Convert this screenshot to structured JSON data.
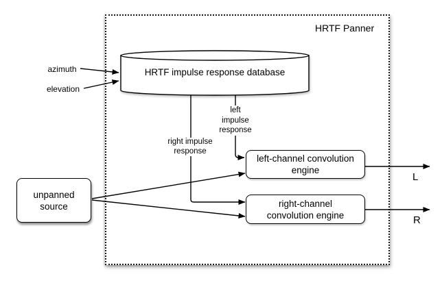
{
  "diagram": {
    "title": "HRTF Panner",
    "database_label": "HRTF impulse response database",
    "inputs": {
      "azimuth": "azimuth",
      "elevation": "elevation"
    },
    "signals": {
      "left_impulse": "left\nimpulse\nresponse",
      "right_impulse": "right impulse\nresponse"
    },
    "nodes": {
      "source": "unpanned\nsource",
      "left_engine": "left-channel convolution\nengine",
      "right_engine": "right-channel\nconvolution engine"
    },
    "outputs": {
      "left": "L",
      "right": "R"
    },
    "colors": {
      "stroke": "#000000",
      "background": "#ffffff"
    }
  }
}
